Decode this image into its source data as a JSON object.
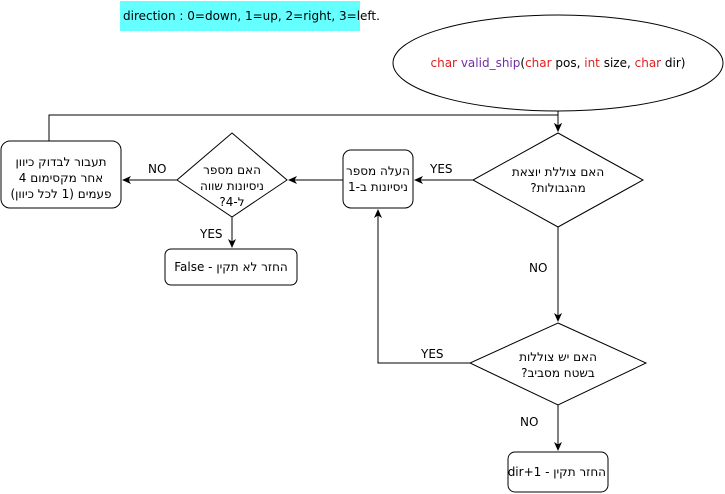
{
  "note": "direction : 0=down, 1=up, 2=right, 3=left.",
  "start": {
    "kw1": "char",
    "fn": "valid_ship",
    "p1": "(",
    "kw2": "char",
    "p2": " pos, ",
    "kw3": "int",
    "p3": " size, ",
    "kw4": "char",
    "p4": " dir)"
  },
  "nodes": {
    "out_of_bounds": "האם צוללת יוצאת מהגבולות?",
    "increment": "העלה מספר ניסיונות ב-1",
    "tries_eq_4": "האם מספר ניסיונות שווה ל-4?",
    "switch_dir": "תעבור לבדוק כיוון אחר מקסימום 4 פעמים (1 לכל כיוון)",
    "return_false": "החזר לא תקין - False",
    "nearby": "האם יש צוללות בשטח מסביב?",
    "return_ok": "החזר תקין - dir+1"
  },
  "edges": {
    "yes_1": "YES",
    "no_1": "NO",
    "yes_2": "YES",
    "no_2": "NO",
    "yes_3": "YES",
    "no_3": "NO"
  },
  "colors": {
    "stroke": "#000000",
    "note_bg": "#66ffff",
    "keyword": "#e02020",
    "function": "#7030a0"
  }
}
